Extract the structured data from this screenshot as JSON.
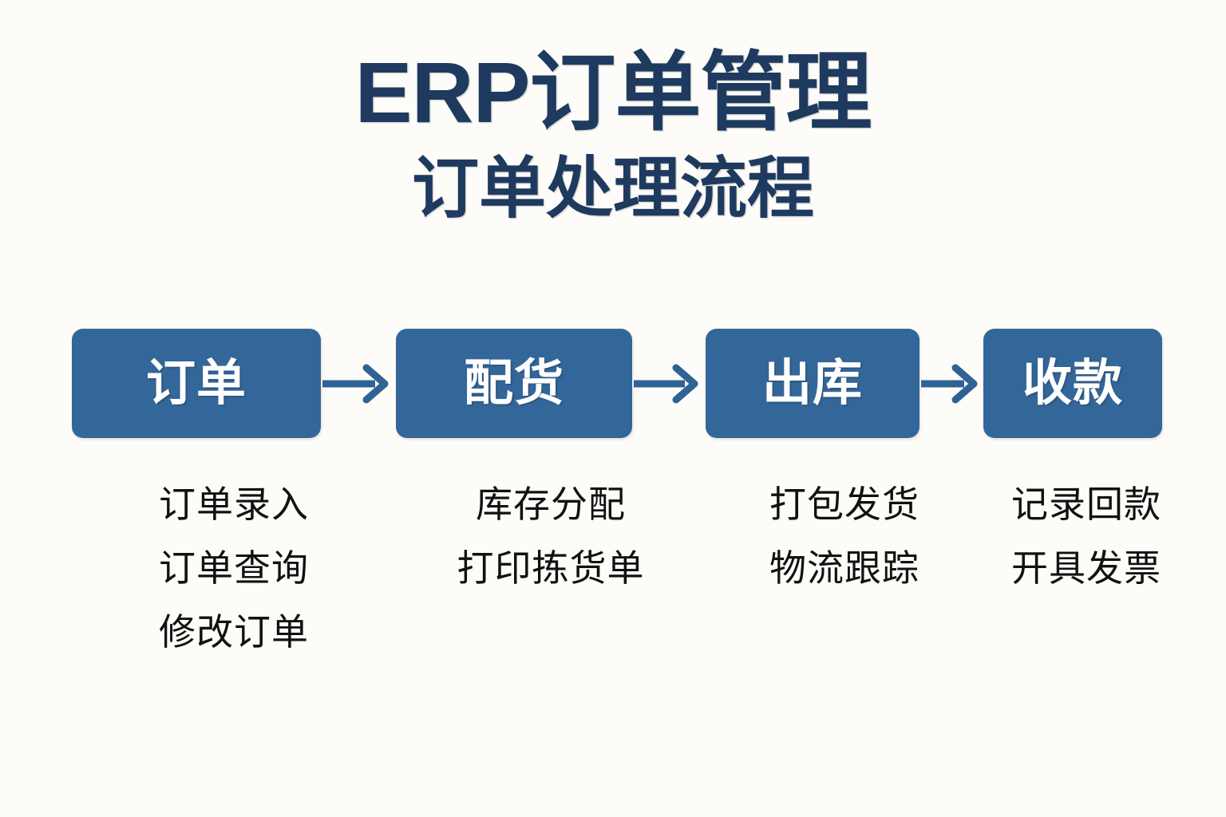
{
  "page": {
    "background_color": "#fdfcf8",
    "title": "ERP订单管理",
    "subtitle": "订单处理流程",
    "title_color": "#1f3a5f",
    "accent_color": "#336699",
    "detail_text_color": "#111111"
  },
  "flow": {
    "arrow_color": "#2f6396",
    "stages": [
      {
        "label": "订单",
        "details": [
          "订单录入",
          "订单查询",
          "修改订单"
        ]
      },
      {
        "label": "配货",
        "details": [
          "库存分配",
          "打印拣货单"
        ]
      },
      {
        "label": "出库",
        "details": [
          "打包发货",
          "物流跟踪"
        ]
      },
      {
        "label": "收款",
        "details": [
          "记录回款",
          "开具发票"
        ]
      }
    ]
  }
}
